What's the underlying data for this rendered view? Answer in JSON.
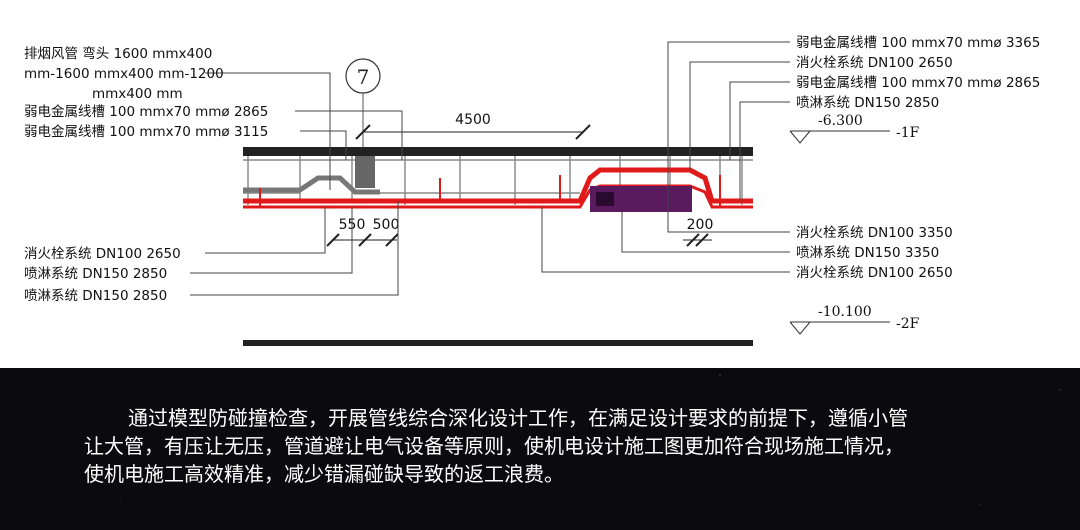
{
  "diagram": {
    "axis_mark": "7",
    "dimension_main": "4500",
    "dimension_550": "550",
    "dimension_500": "500",
    "dimension_200": "200",
    "left_top_labels": {
      "line1": "排烟风管 弯头 1600 mmx400",
      "line2": "mm-1600 mmx400 mm-1200",
      "line3": "mmx400 mm",
      "line4": "弱电金属线槽 100 mmx70 mmø 2865",
      "line5": "弱电金属线槽 100 mmx70 mmø 3115"
    },
    "left_bottom_labels": {
      "line1": "消火栓系统 DN100 2650",
      "line2": "喷淋系统 DN150 2850",
      "line3": "喷淋系统 DN150 2850"
    },
    "right_top_labels": {
      "line1": "弱电金属线槽 100 mmx70 mmø 3365",
      "line2": "消火栓系统 DN100 2650",
      "line3": "弱电金属线槽 100 mmx70 mmø 2865",
      "line4": "喷淋系统 DN150 2850"
    },
    "right_bottom_labels": {
      "line1": "消火栓系统 DN100 3350",
      "line2": "喷淋系统 DN150 3350",
      "line3": "消火栓系统 DN100 2650"
    },
    "elevation_1": {
      "value": "-6.300",
      "floor": "-1F"
    },
    "elevation_2": {
      "value": "-10.100",
      "floor": "-2F"
    },
    "colors": {
      "pipe_red": "#e01a1a",
      "duct_purple": "#5a1a5e",
      "slab": "#222222"
    }
  },
  "caption": {
    "line1": "通过模型防碰撞检查，开展管线综合深化设计工作，在满足设计要求的前提下，遵循小管",
    "line2": "让大管，有压让无压，管道避让电气设备等原则，使机电设计施工图更加符合现场施工情况，",
    "line3": "使机电施工高效精准，减少错漏碰缺导致的返工浪费。"
  }
}
